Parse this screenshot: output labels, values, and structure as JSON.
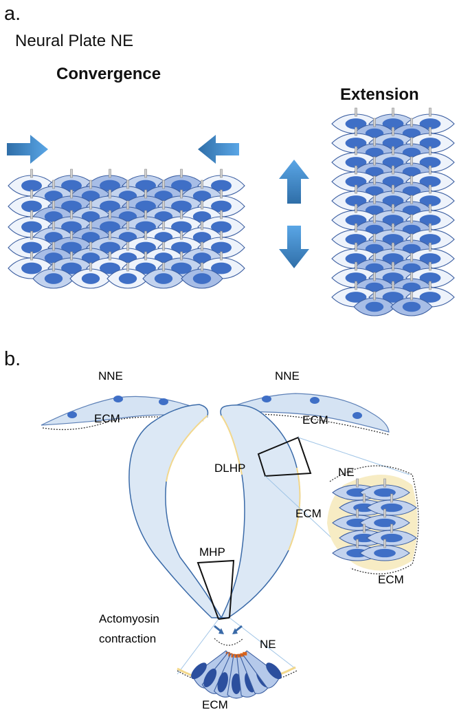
{
  "panel_a": {
    "label": "a.",
    "subtitle": "Neural Plate NE",
    "convergence_title": "Convergence",
    "extension_title": "Extension"
  },
  "panel_b": {
    "label": "b.",
    "nne_left": "NNE",
    "nne_right": "NNE",
    "ecm_left": "ECM",
    "ecm_right": "ECM",
    "dlhp": "DLHP",
    "ne_inset": "NE",
    "ecm_inset_left": "ECM",
    "ecm_inset_bottom": "ECM",
    "mhp": "MHP",
    "actomyosin_line1": "Actomyosin",
    "actomyosin_line2": "contraction",
    "ne_bottom": "NE",
    "ecm_bottom": "ECM"
  },
  "colors": {
    "cell_fill_light": "#eef3fb",
    "cell_fill_mid": "#c3d3ee",
    "cell_fill_dark": "#a7bde6",
    "nucleus": "#3f6fc6",
    "arrow": "#3f8fd6",
    "tube_fill": "#dce8f5",
    "ecm_yellow": "#f6e3a6",
    "actomyosin": "#d9631a"
  }
}
